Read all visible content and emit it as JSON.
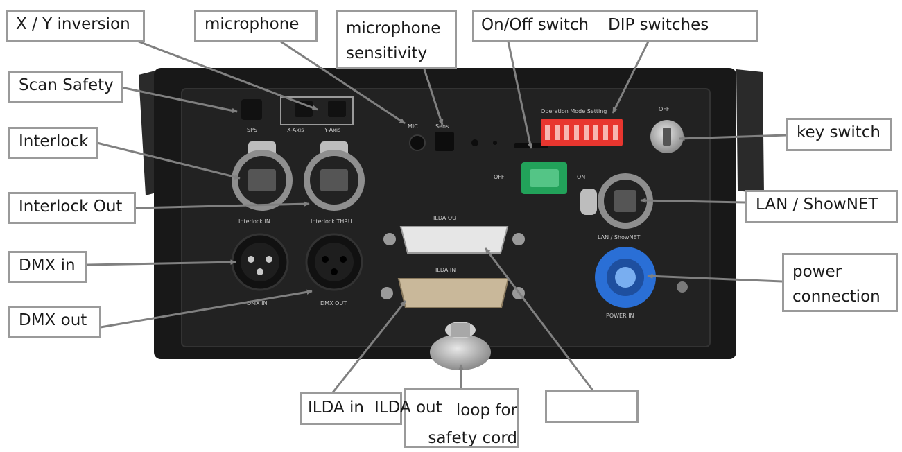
{
  "labels": {
    "xy_inversion": "X / Y inversion",
    "microphone": "microphone",
    "microphone_sensitivity": "microphone sensitivity",
    "on_off_switch": "On/Off switch",
    "dip_switches": "DIP switches",
    "scan_safety": "Scan Safety",
    "interlock": "Interlock",
    "interlock_out": "Interlock Out",
    "dmx_in": "DMX in",
    "dmx_out": "DMX out",
    "key_switch": "key switch",
    "lan_shownet": "LAN / ShowNET",
    "power_connection": "power connection",
    "ilda_in": "ILDA in",
    "ilda_out": "ILDA out",
    "loop_for_safety_cord": "loop for safety cord"
  },
  "panel_text": {
    "sps": "SPS",
    "x_axis": "X-Axis",
    "y_axis": "Y-Axis",
    "mic": "MIC",
    "sens": "Sens",
    "operation_mode_setting": "Operation Mode Setting",
    "off_key": "OFF",
    "switch_off": "OFF",
    "switch_on": "ON",
    "interlock_in": "Interlock IN",
    "interlock_thru": "Interlock THRU",
    "ilda_out": "ILDA OUT",
    "ilda_in": "ILDA IN",
    "dmx_in": "DMX IN",
    "dmx_out": "DMX OUT",
    "lan_shownet": "LAN / ShowNET",
    "power_in": "POWER IN"
  },
  "colors": {
    "box_border": "#9a9a9a",
    "arrow": "#808080",
    "panel": "#1c1c1c",
    "dip": "#e8362f",
    "power_connector": "#2a6fd6",
    "on_off_switch": "#22a25a"
  }
}
